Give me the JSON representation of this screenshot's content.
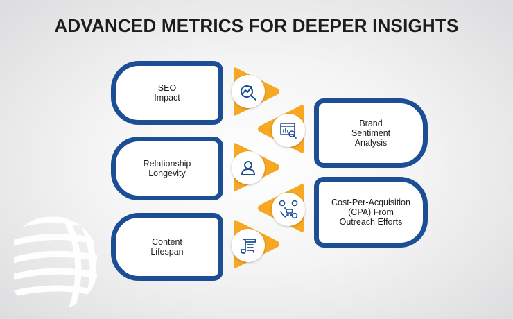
{
  "title": "ADVANCED METRICS FOR DEEPER INSIGHTS",
  "colors": {
    "navy": "#1b4e94",
    "orange": "#f7a823",
    "title": "#1c1c1c"
  },
  "metrics": [
    {
      "label": "SEO\nImpact",
      "icon": "growth-chart-magnifier-icon"
    },
    {
      "label": "Brand\nSentiment\nAnalysis",
      "icon": "analytics-dashboard-icon"
    },
    {
      "label": "Relationship\nLongevity",
      "icon": "person-icon"
    },
    {
      "label": "Cost-Per-Acquisition\n(CPA) From\nOutreach Efforts",
      "icon": "cart-coins-icon"
    },
    {
      "label": "Content\nLifespan",
      "icon": "scroll-document-icon"
    }
  ]
}
